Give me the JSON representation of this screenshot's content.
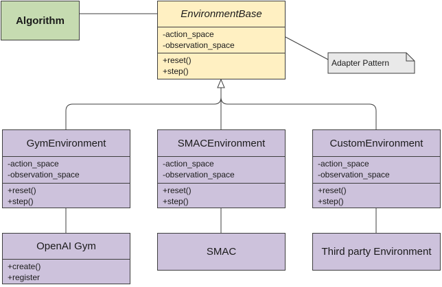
{
  "algorithm": {
    "label": "Algorithm"
  },
  "base": {
    "title": "EnvironmentBase",
    "attributes": [
      "-action_space",
      "-observation_space"
    ],
    "methods": [
      "+reset()",
      "+step()"
    ]
  },
  "note": {
    "text": "Adapter Pattern"
  },
  "subclasses": [
    {
      "title": "GymEnvironment",
      "attributes": [
        "-action_space",
        "-observation_space"
      ],
      "methods": [
        "+reset()",
        "+step()"
      ]
    },
    {
      "title": "SMACEnvironment",
      "attributes": [
        "-action_space",
        "-observation_space"
      ],
      "methods": [
        "+reset()",
        "+step()"
      ]
    },
    {
      "title": "CustomEnvironment",
      "attributes": [
        "-action_space",
        "-observation_space"
      ],
      "methods": [
        "+reset()",
        "+step()"
      ]
    }
  ],
  "adaptees": {
    "gym": {
      "title": "OpenAI Gym",
      "methods": [
        "+create()",
        "+register"
      ]
    },
    "smac": {
      "title": "SMAC"
    },
    "third_party": {
      "title": "Third party Environment"
    }
  },
  "colors": {
    "subclass_fill": "#cdc2dc",
    "base_fill": "#fff0c2",
    "algorithm_fill": "#c6dbb1",
    "note_fill": "#e9e9e9",
    "line": "#3d3d3d"
  }
}
